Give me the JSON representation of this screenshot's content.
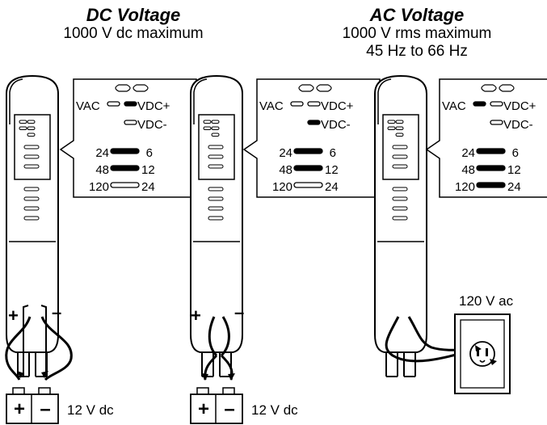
{
  "headers": {
    "dc": {
      "title": "DC Voltage",
      "line1": "1000 V dc maximum"
    },
    "ac": {
      "title": "AC Voltage",
      "line1": "1000 V rms maximum",
      "line2": "45 Hz to 66 Hz"
    }
  },
  "panels": [
    {
      "id": "dc-positive",
      "top_symbol": "⊂⊃ ⊂⊃",
      "vac": "VAC",
      "vdc_plus": "VDC+",
      "vdc_minus": "VDC-",
      "lit": [
        "vdc_plus",
        "row1",
        "row2"
      ],
      "rows": [
        {
          "left": "24",
          "right": "6"
        },
        {
          "left": "48",
          "right": "12"
        },
        {
          "left": "120",
          "right": "24"
        }
      ]
    },
    {
      "id": "dc-negative",
      "top_symbol": "⊂⊃ ⊂⊃",
      "vac": "VAC",
      "vdc_plus": "VDC+",
      "vdc_minus": "VDC-",
      "lit": [
        "vdc_minus",
        "row1",
        "row2"
      ],
      "rows": [
        {
          "left": "24",
          "right": "6"
        },
        {
          "left": "48",
          "right": "12"
        },
        {
          "left": "120",
          "right": "24"
        }
      ]
    },
    {
      "id": "ac",
      "top_symbol": "⊂⊃ ⊂⊃",
      "vac": "VAC",
      "vdc_plus": "VDC+",
      "vdc_minus": "VDC-",
      "lit": [
        "vac",
        "row1",
        "row2",
        "row3"
      ],
      "rows": [
        {
          "left": "24",
          "right": "6"
        },
        {
          "left": "48",
          "right": "12"
        },
        {
          "left": "120",
          "right": "24"
        }
      ]
    }
  ],
  "probe_polarity": {
    "plus": "+",
    "minus": "–"
  },
  "battery": {
    "plus": "+",
    "minus": "–",
    "label": "12 V dc"
  },
  "outlet_label": "120 V ac"
}
